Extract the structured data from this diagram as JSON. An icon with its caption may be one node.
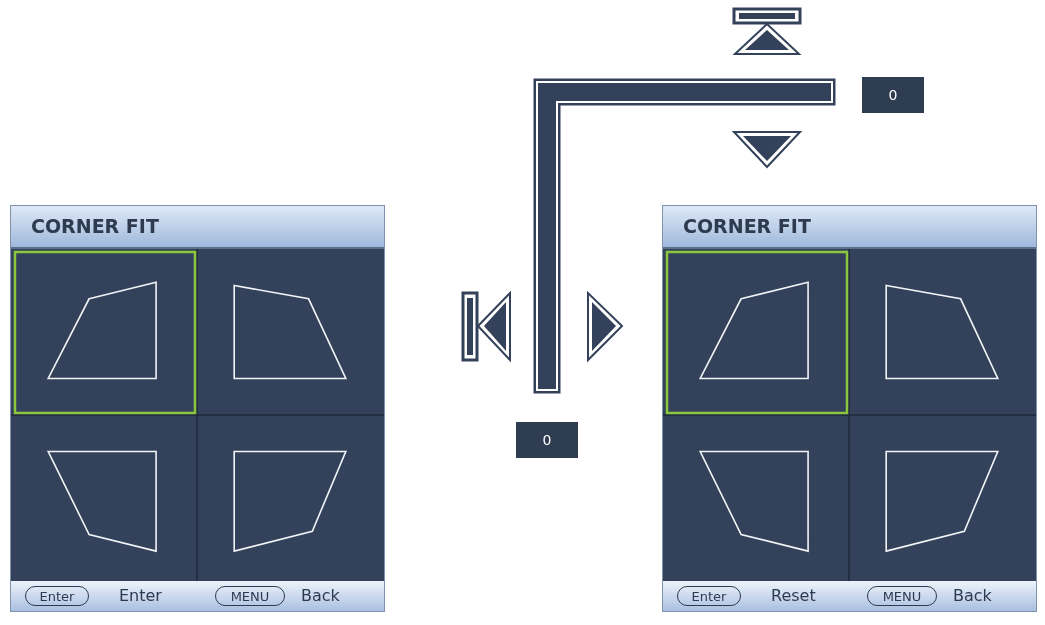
{
  "diagram": {
    "nodes": [
      {
        "text": [
          "CORNER FIT"
        ]
      },
      {
        "text": [
          "Enter"
        ],
        "in": 0,
        "beside": [
          "Enter"
        ]
      },
      {
        "text": [
          "MENU"
        ],
        "in": 0,
        "beside": [
          "Back"
        ]
      },
      {
        "text": [
          "0"
        ]
      },
      {
        "text": [
          "CORNER FIT"
        ]
      },
      {
        "text": [
          "Enter"
        ],
        "in": 4,
        "beside": [
          "Reset"
        ]
      },
      {
        "text": [
          "MENU"
        ],
        "in": 4,
        "beside": [
          "Back"
        ]
      },
      {
        "text": [
          "0"
        ]
      }
    ]
  }
}
